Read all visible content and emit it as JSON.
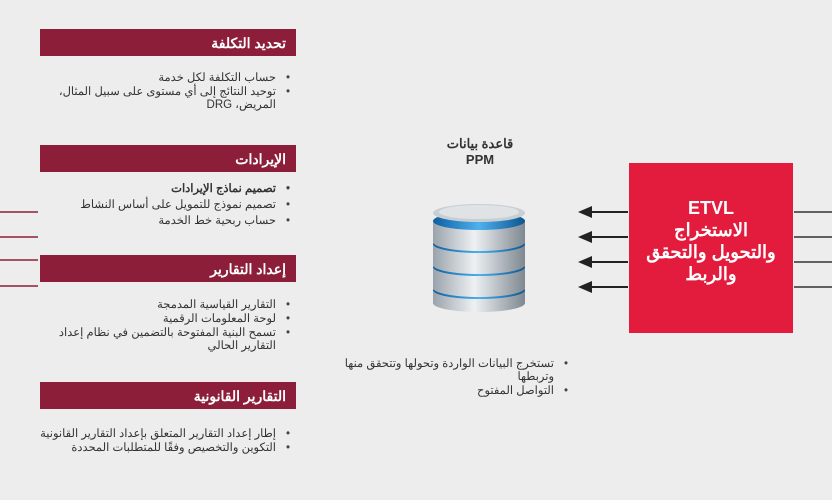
{
  "sections": [
    {
      "title": "تحديد التكلفة",
      "items": [
        "حساب التكلفة لكل خدمة",
        "توحيد النتائج إلى أي مستوى على سبيل المثال، المريض، DRG"
      ]
    },
    {
      "title": "الإيرادات",
      "items": [
        "تصميم نماذج الإيرادات",
        "تصميم نموذج للتمويل على أساس النشاط",
        "حساب ربحية خط الخدمة"
      ]
    },
    {
      "title": "إعداد التقارير",
      "items": [
        "التقارير القياسية المدمجة",
        "لوحة المعلومات الرقمية",
        "تسمح البنية المفتوحة بالتضمين في نظام إعداد التقارير الحالي"
      ]
    },
    {
      "title": "التقارير القانونية",
      "items": [
        "إطار إعداد التقارير المتعلق بإعداد التقارير القانونية",
        "التكوين والتخصيص وفقًا للمتطلبات المحددة"
      ]
    }
  ],
  "database": {
    "title_line1": "قاعدة بيانات",
    "title_line2": "PPM"
  },
  "database_items": [
    "تستخرج البيانات الواردة وتحولها وتتحقق منها وتربطها",
    "التواصل المفتوح"
  ],
  "etvl": {
    "line1": "ETVL",
    "line2": "الاستخراج",
    "line3": "والتحويل والتحقق",
    "line4": "والربط"
  },
  "colors": {
    "header": "#8c1e3a",
    "etvl": "#e31c3d",
    "background": "#ededed",
    "db_blue": "#1e88d0"
  }
}
